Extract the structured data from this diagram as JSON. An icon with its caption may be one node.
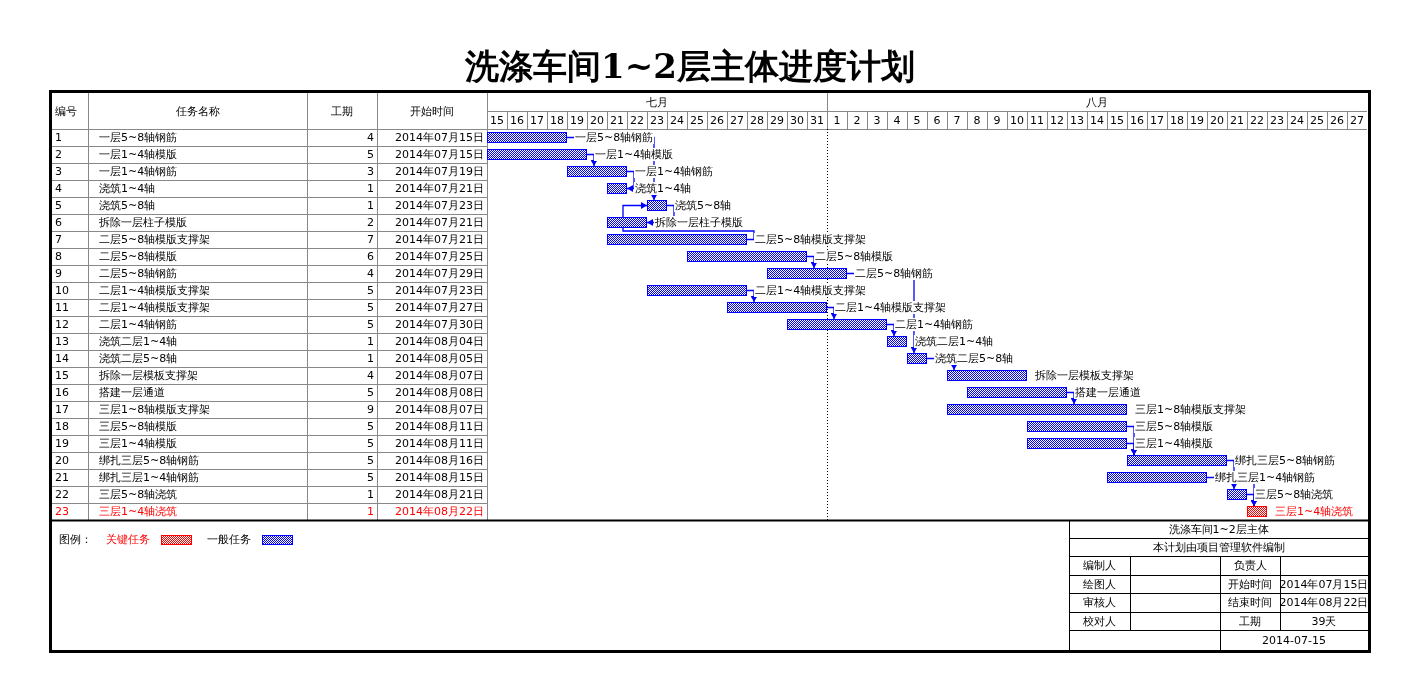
{
  "diagram": {
    "title": "洗涤车间1~2层主体进度计划",
    "nodes": [
      {
        "text": [],
        "shape": "bar",
        "beside": [
          "一层5~8轴钢筋"
        ]
      },
      {
        "text": [],
        "shape": "bar",
        "beside": [
          "一层1~4轴模版"
        ]
      },
      {
        "text": [],
        "shape": "bar",
        "beside": [
          "一层1~4轴钢筋"
        ]
      },
      {
        "text": [],
        "shape": "bar",
        "beside": [
          "浇筑1~4轴"
        ]
      },
      {
        "text": [],
        "shape": "bar",
        "beside": [
          "浇筑5~8轴"
        ]
      },
      {
        "text": [],
        "shape": "bar",
        "beside": [
          "拆除一层柱子模版"
        ]
      },
      {
        "text": [],
        "shape": "bar",
        "beside": [
          "二层5~8轴模版支撑架"
        ]
      },
      {
        "text": [],
        "shape": "bar",
        "beside": [
          "二层5~8轴模版"
        ]
      },
      {
        "text": [],
        "shape": "bar",
        "beside": [
          "二层5~8轴钢筋"
        ]
      },
      {
        "text": [],
        "shape": "bar",
        "beside": [
          "二层1~4轴模版支撑架"
        ]
      },
      {
        "text": [],
        "shape": "bar",
        "beside": [
          "二层1~4轴模版支撑架"
        ]
      },
      {
        "text": [],
        "shape": "bar",
        "beside": [
          "二层1~4轴钢筋"
        ]
      },
      {
        "text": [],
        "shape": "bar",
        "beside": [
          "浇筑二层1~4轴"
        ]
      },
      {
        "text": [],
        "shape": "bar",
        "beside": [
          "浇筑二层5~8轴"
        ]
      },
      {
        "text": [],
        "shape": "bar",
        "beside": [
          "拆除一层模板支撑架"
        ]
      },
      {
        "text": [],
        "shape": "bar",
        "beside": [
          "搭建一层通道"
        ]
      },
      {
        "text": [],
        "shape": "bar",
        "beside": [
          "三层1~8轴模版支撑架"
        ]
      },
      {
        "text": [],
        "shape": "bar",
        "beside": [
          "三层5~8轴模版"
        ]
      },
      {
        "text": [],
        "shape": "bar",
        "beside": [
          "三层1~4轴模版"
        ]
      },
      {
        "text": [],
        "shape": "bar",
        "beside": [
          "绑扎三层5~8轴钢筋"
        ]
      },
      {
        "text": [],
        "shape": "bar",
        "beside": [
          "绑扎三层1~4轴钢筋"
        ]
      },
      {
        "text": [],
        "shape": "bar",
        "beside": [
          "三层5~8轴浇筑"
        ]
      },
      {
        "text": [],
        "shape": "bar",
        "beside": [
          "三层1~4轴浇筑"
        ]
      }
    ],
    "edges": [
      {
        "from": 0,
        "to": 4,
        "arrow": "to"
      },
      {
        "from": 1,
        "to": 2,
        "arrow": "to"
      },
      {
        "from": 2,
        "to": 3,
        "arrow": "to"
      },
      {
        "from": 4,
        "to": 5,
        "arrow": "to"
      },
      {
        "from": 6,
        "to": 4,
        "arrow": "to"
      },
      {
        "from": 7,
        "to": 8,
        "arrow": "to"
      },
      {
        "from": 8,
        "to": 13,
        "arrow": "to"
      },
      {
        "from": 9,
        "to": 10,
        "arrow": "to"
      },
      {
        "from": 10,
        "to": 11,
        "arrow": "to"
      },
      {
        "from": 11,
        "to": 12,
        "arrow": "to"
      },
      {
        "from": 13,
        "to": 14,
        "arrow": "to"
      },
      {
        "from": 15,
        "to": 16,
        "arrow": "to"
      },
      {
        "from": 17,
        "to": 19,
        "arrow": "to"
      },
      {
        "from": 18,
        "to": 19,
        "arrow": "to"
      },
      {
        "from": 19,
        "to": 21,
        "arrow": "to"
      },
      {
        "from": 20,
        "to": 22,
        "arrow": "to"
      },
      {
        "from": 21,
        "to": 22,
        "arrow": "to"
      }
    ],
    "labels": [
      "编号",
      "任务名称",
      "工期",
      "开始时间",
      "1",
      "一层5~8轴钢筋",
      "4",
      "2014年07月15日",
      "2",
      "一层1~4轴模版",
      "5",
      "2014年07月15日",
      "3",
      "一层1~4轴钢筋",
      "3",
      "2014年07月19日",
      "4",
      "浇筑1~4轴",
      "1",
      "2014年07月21日",
      "5",
      "浇筑5~8轴",
      "1",
      "2014年07月23日",
      "6",
      "拆除一层柱子模版",
      "2",
      "2014年07月21日",
      "7",
      "二层5~8轴模版支撑架",
      "7",
      "2014年07月21日",
      "8",
      "二层5~8轴模版",
      "6",
      "2014年07月25日",
      "9",
      "二层5~8轴钢筋",
      "4",
      "2014年07月29日",
      "10",
      "二层1~4轴模版支撑架",
      "5",
      "2014年07月23日",
      "11",
      "二层1~4轴模版支撑架",
      "5",
      "2014年07月27日",
      "12",
      "二层1~4轴钢筋",
      "5",
      "2014年07月30日",
      "13",
      "浇筑二层1~4轴",
      "1",
      "2014年08月04日",
      "14",
      "浇筑二层5~8轴",
      "1",
      "2014年08月05日",
      "15",
      "拆除一层模板支撑架",
      "4",
      "2014年08月07日",
      "16",
      "搭建一层通道",
      "5",
      "2014年08月08日",
      "17",
      "三层1~8轴模版支撑架",
      "9",
      "2014年08月07日",
      "18",
      "三层5~8轴模版",
      "5",
      "2014年08月11日",
      "19",
      "三层1~4轴模版",
      "5",
      "2014年08月11日",
      "20",
      "绑扎三层5~8轴钢筋",
      "5",
      "2014年08月16日",
      "21",
      "绑扎三层1~4轴钢筋",
      "5",
      "2014年08月15日",
      "22",
      "三层5~8轴浇筑",
      "1",
      "2014年08月21日",
      "23",
      "三层1~4轴浇筑",
      "1",
      "2014年08月22日",
      "七月",
      "八月",
      "15",
      "16",
      "17",
      "18",
      "19",
      "20",
      "21",
      "22",
      "23",
      "24",
      "25",
      "26",
      "27",
      "28",
      "29",
      "30",
      "31",
      "1",
      "2",
      "3",
      "4",
      "5",
      "6",
      "7",
      "8",
      "9",
      "10",
      "11",
      "12",
      "13",
      "14",
      "15",
      "16",
      "17",
      "18",
      "19",
      "20",
      "21",
      "22",
      "23",
      "24",
      "25",
      "26",
      "27",
      "图例：",
      "洗涤车间1~2层主体",
      "本计划由项目管理软件编制",
      "编制人",
      "负责人",
      "绘图人",
      "开始时间",
      "2014年07月15日",
      "审核人",
      "结束时间",
      "2014年08月22日",
      "校对人",
      "工期",
      "39天",
      "2014-07-15"
    ],
    "legend": [
      {
        "text": "关键任务",
        "color": "#ff0000"
      },
      {
        "text": "一般任务",
        "color": "#0000ff"
      }
    ]
  }
}
